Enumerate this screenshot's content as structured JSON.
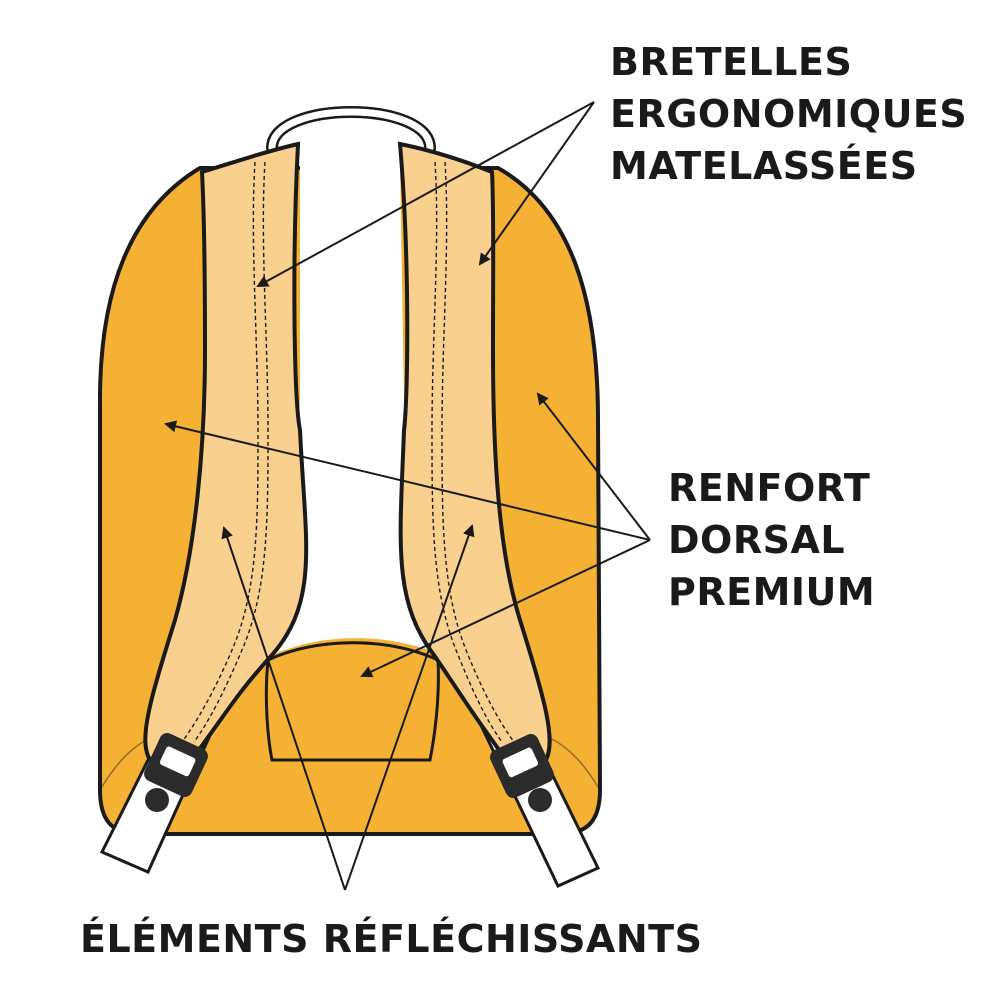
{
  "labels": {
    "straps": [
      "BRETELLES",
      "ERGONOMIQUES",
      "MATELASSÉES"
    ],
    "back_panel": [
      "RENFORT",
      "DORSAL",
      "PREMIUM"
    ],
    "reflective": "ÉLÉMENTS RÉFLÉCHISSANTS"
  },
  "colors": {
    "body": "#F4B133",
    "strap": "#F9D08E",
    "reflector": "#D98414",
    "outline": "#1a1a1a",
    "webbing": "#ffffff",
    "buckle": "#2b2b2b"
  }
}
